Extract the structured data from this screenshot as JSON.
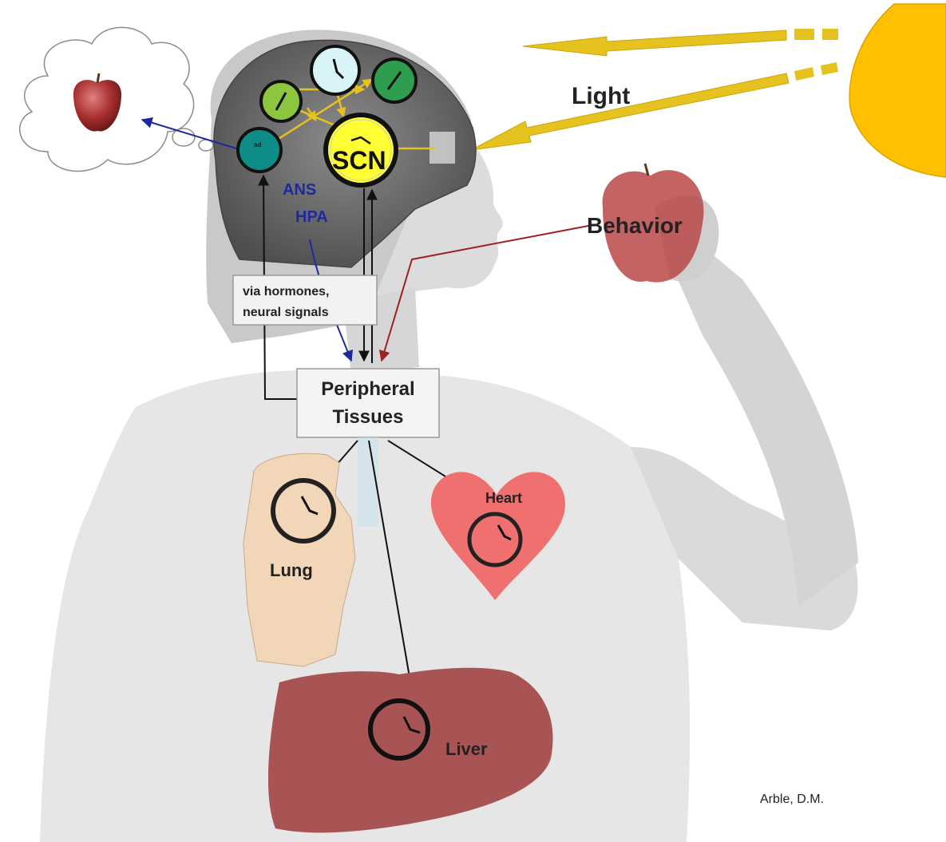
{
  "labels": {
    "light": "Light",
    "scn": "SCN",
    "ans": "ANS",
    "hpa": "HPA",
    "behavior": "Behavior",
    "via_line1": "via hormones,",
    "via_line2": "neural signals",
    "peripheral_line1": "Peripheral",
    "peripheral_line2": "Tissues",
    "lung": "Lung",
    "heart": "Heart",
    "liver": "Liver",
    "credit": "Arble, D.M."
  },
  "colors": {
    "sun": "#FFC000",
    "light_arrow": "#E6C21E",
    "scn_fill": "#FFFF33",
    "brain_gray": "#6E6E6E",
    "lung_fill": "#F2D6B8",
    "heart_fill": "#F07070",
    "liver_fill": "#A85454",
    "ans_hpa_text": "#1E2A9C",
    "behavior_arrow": "#A02020"
  },
  "icons": {
    "sun": "sun-shape",
    "apple": "apple-shape",
    "thought_cloud": "thought-cloud-shape",
    "clock": "clock-circle-icon"
  }
}
